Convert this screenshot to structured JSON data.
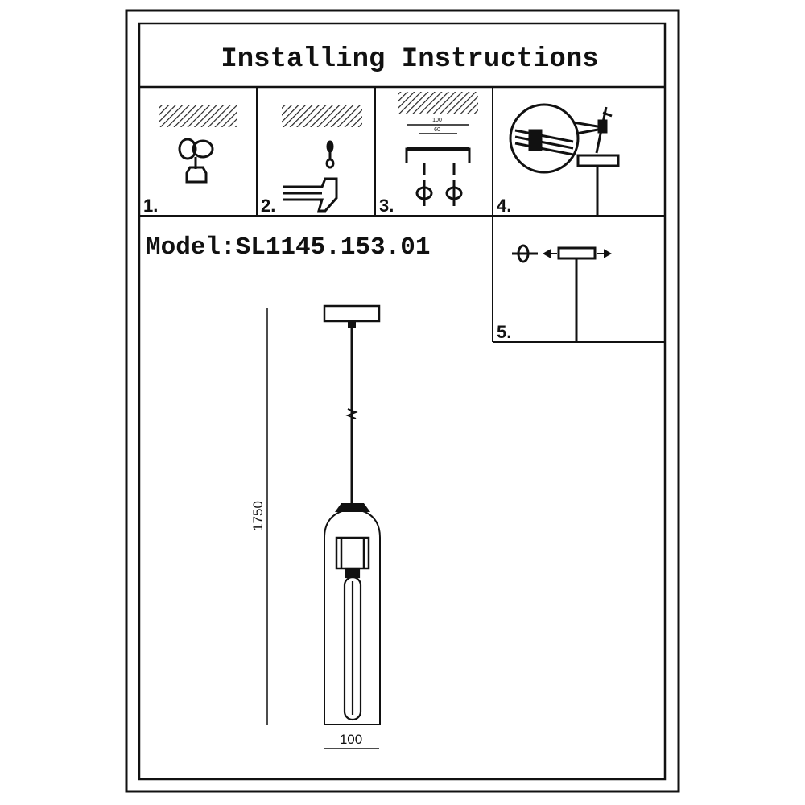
{
  "header": {
    "title": "Installing Instructions"
  },
  "steps": [
    {
      "label": "1."
    },
    {
      "label": "2."
    },
    {
      "label": "3.",
      "dim_top": "100",
      "dim_bottom": "60"
    },
    {
      "label": "4."
    },
    {
      "label": "5."
    }
  ],
  "model": {
    "text": "Model:SL1145.153.01"
  },
  "lamp": {
    "height_dim": "1750",
    "width_dim": "100"
  }
}
